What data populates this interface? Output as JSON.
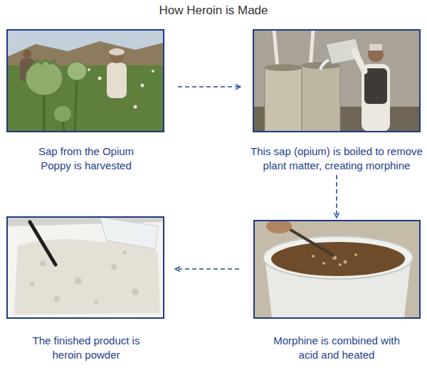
{
  "diagram": {
    "title": "How Heroin is Made",
    "nodes": [
      {
        "text": [
          "Sap from the Opium Poppy is harvested"
        ]
      },
      {
        "text": [
          "This sap (opium) is boiled to remove plant matter, creating morphine"
        ]
      },
      {
        "text": [
          "The finished product is heroin powder"
        ]
      },
      {
        "text": [
          "Morphine is combined with acid and heated"
        ]
      }
    ],
    "edges": [
      {
        "from": 0,
        "to": 1,
        "arrow": "to"
      },
      {
        "from": 1,
        "to": 3,
        "arrow": "to"
      },
      {
        "from": 3,
        "to": 2,
        "arrow": "to"
      }
    ]
  }
}
